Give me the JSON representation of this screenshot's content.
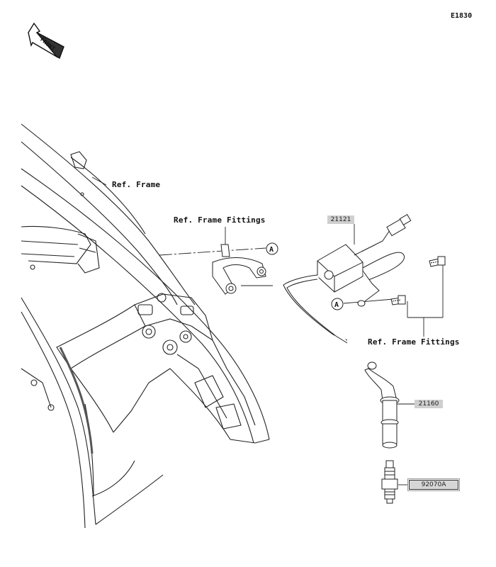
{
  "diagram": {
    "code": "E1830",
    "front_label": "FRONT",
    "labels": {
      "ref_frame": "Ref. Frame",
      "ref_frame_fittings_top": "Ref. Frame Fittings",
      "ref_frame_fittings_right": "Ref. Frame Fittings",
      "callout_a": "A"
    },
    "parts": {
      "ignition_coil": "21121",
      "plug_cap": "21160",
      "spark_plug": "92070A"
    }
  }
}
